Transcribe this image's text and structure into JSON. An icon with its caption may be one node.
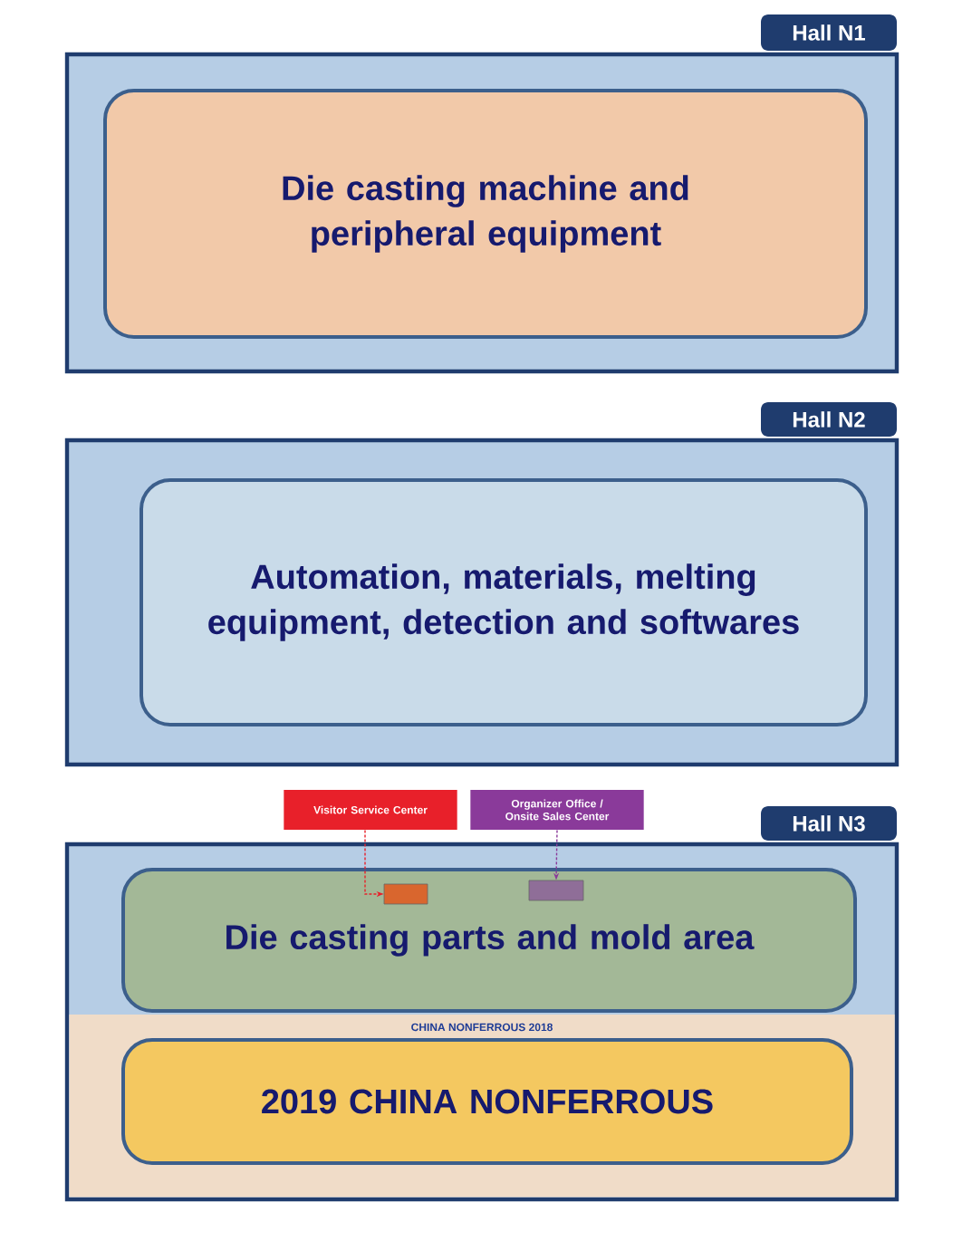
{
  "diagram": {
    "nodes": [
      {
        "text": [
          "Hall N1"
        ]
      },
      {
        "text": [
          "Die casting machine and peripheral equipment"
        ],
        "in": 0
      },
      {
        "text": [
          "Hall N2"
        ]
      },
      {
        "text": [
          "Automation, materials, melting equipment, detection and softwares"
        ],
        "in": 2
      },
      {
        "text": [
          "Visitor Service Center"
        ]
      },
      {
        "text": [
          "Organizer Office / Onsite Sales Center"
        ]
      },
      {
        "text": [
          "Hall N3"
        ]
      },
      {
        "text": [
          "Die casting parts and mold area"
        ],
        "in": 6
      },
      {
        "text": [
          "2019 CHINA NONFERROUS"
        ],
        "in": 6
      },
      {
        "text": [],
        "shape": "box",
        "in": 7
      },
      {
        "text": [],
        "shape": "box",
        "in": 7
      }
    ],
    "edges": [
      {
        "from": 4,
        "to": 9,
        "arrow": "to",
        "style": "dashed",
        "color": "#e8202a"
      },
      {
        "from": 5,
        "to": 10,
        "arrow": "to",
        "style": "dashed",
        "color": "#8a3a9a"
      }
    ],
    "labels": [
      "CHINA NONFERROUS 2018"
    ]
  }
}
